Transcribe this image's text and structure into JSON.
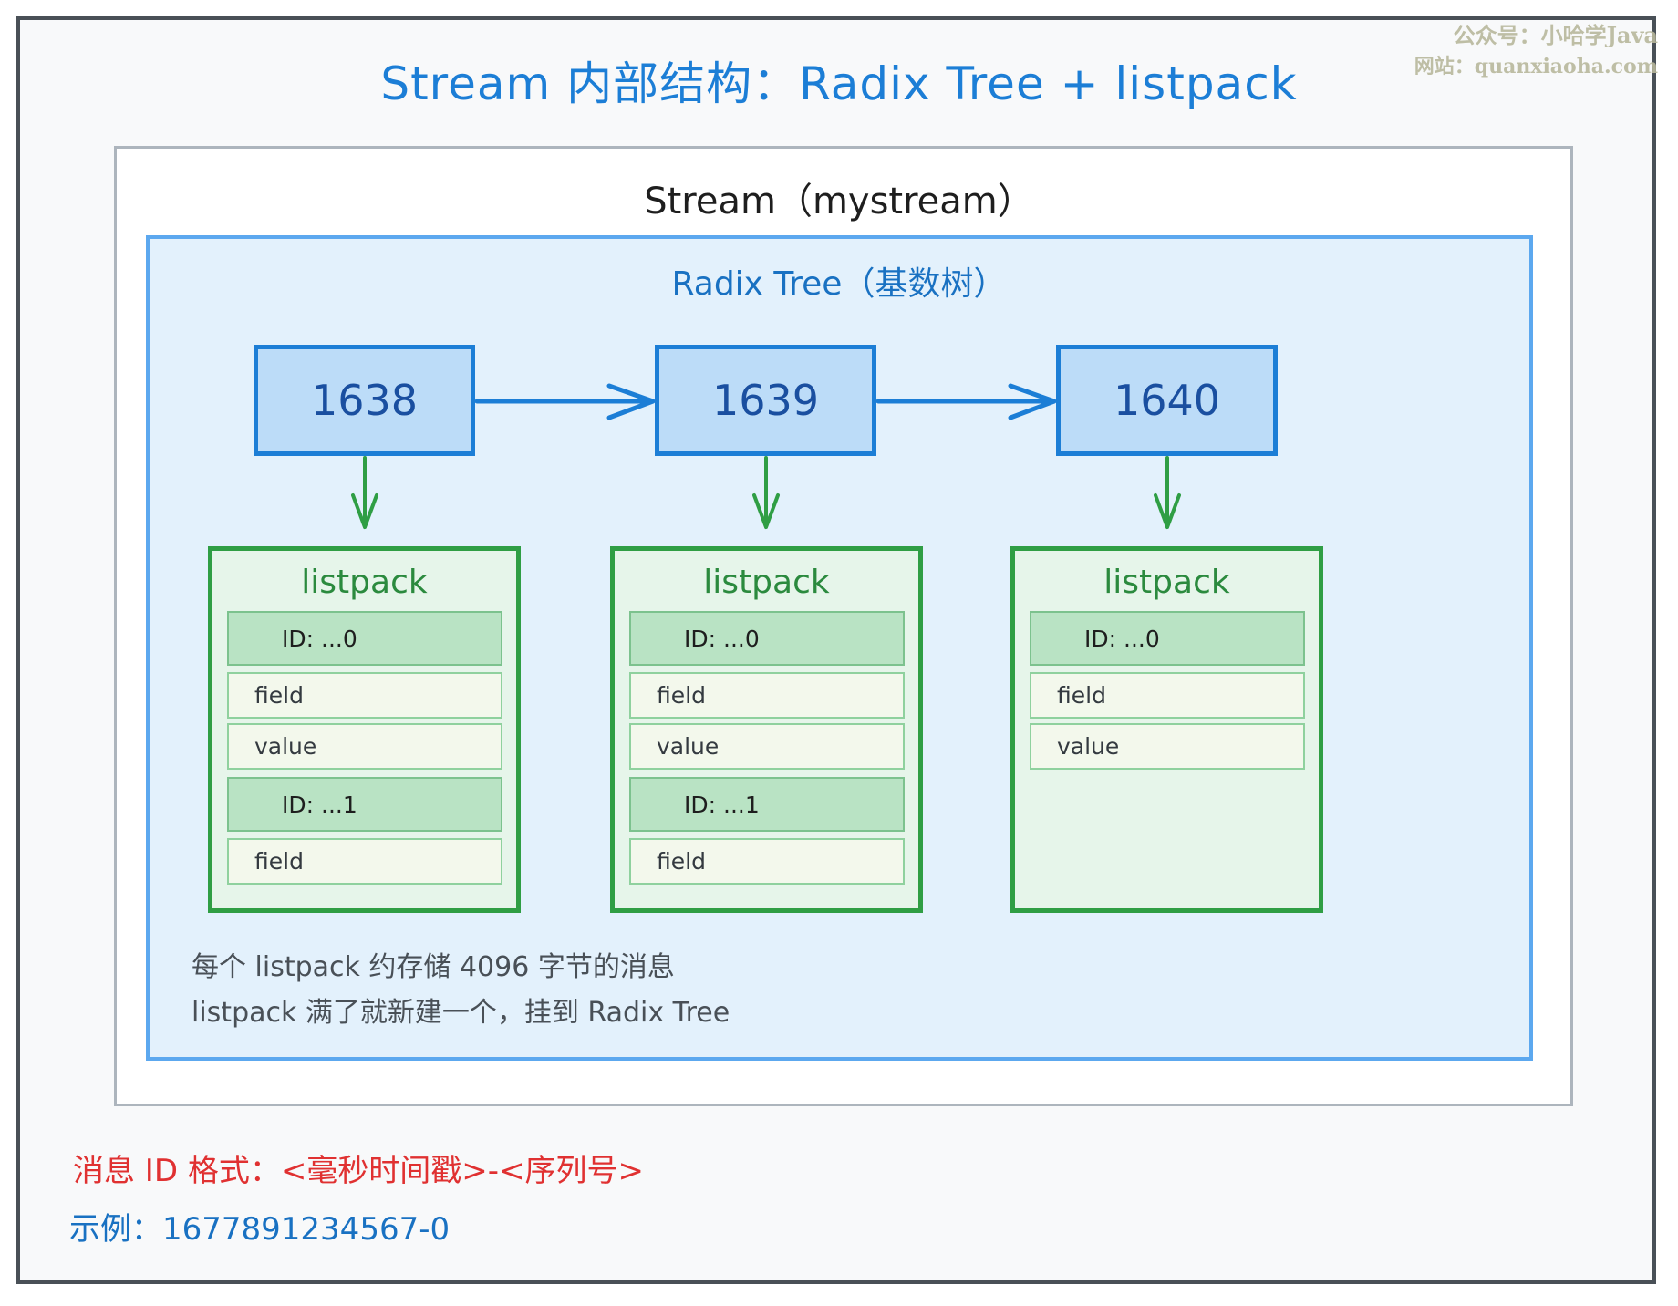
{
  "watermark": {
    "line1": "公众号：小哈学Java",
    "line2": "网站：quanxiaoha.com"
  },
  "title": "Stream 内部结构：Radix Tree + listpack",
  "stream_label": "Stream（mystream）",
  "radix_label": "Radix Tree（基数树）",
  "colors": {
    "title_blue": "#1c7ed6",
    "node_fill": "#bcdcf8",
    "listpack_border": "#2f9e44",
    "listpack_fill": "#e6f5ea",
    "id_row_fill": "#b9e3c4",
    "format_red": "#e03131"
  },
  "nodes": [
    {
      "key": "1638"
    },
    {
      "key": "1639"
    },
    {
      "key": "1640"
    }
  ],
  "listpacks": [
    {
      "title": "listpack",
      "rows": [
        {
          "type": "id",
          "label": "ID: ...0"
        },
        {
          "type": "field",
          "label": "field"
        },
        {
          "type": "value",
          "label": "value"
        },
        {
          "type": "id",
          "label": "ID: ...1"
        },
        {
          "type": "field",
          "label": "field"
        }
      ]
    },
    {
      "title": "listpack",
      "rows": [
        {
          "type": "id",
          "label": "ID: ...0"
        },
        {
          "type": "field",
          "label": "field"
        },
        {
          "type": "value",
          "label": "value"
        },
        {
          "type": "id",
          "label": "ID: ...1"
        },
        {
          "type": "field",
          "label": "field"
        }
      ]
    },
    {
      "title": "listpack",
      "rows": [
        {
          "type": "id",
          "label": "ID: ...0"
        },
        {
          "type": "field",
          "label": "field"
        },
        {
          "type": "value",
          "label": "value"
        }
      ]
    }
  ],
  "notes": [
    "每个 listpack 约存储 4096 字节的消息",
    "listpack 满了就新建一个，挂到 Radix Tree"
  ],
  "id_format": "消息 ID 格式：<毫秒时间戳>-<序列号>",
  "example": "示例：1677891234567-0"
}
